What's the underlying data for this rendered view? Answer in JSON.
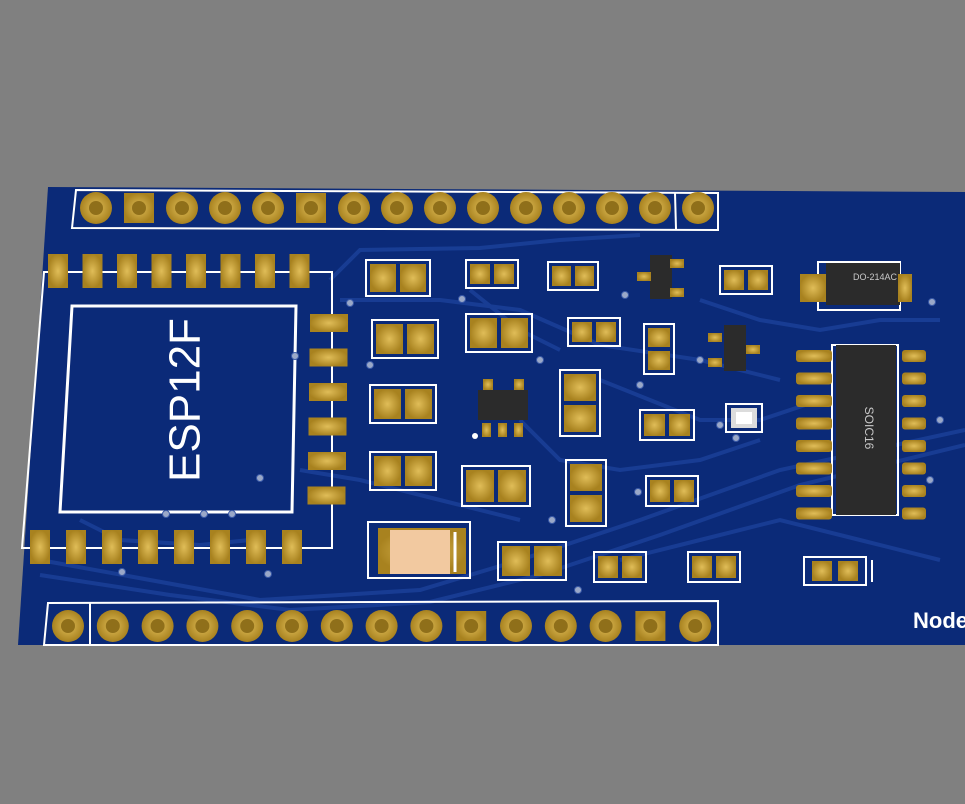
{
  "colors": {
    "background": "#808080",
    "board": "#0b2a78",
    "trace": "#163a8f",
    "silkscreen": "#ffffff",
    "pad": "#c8a23a",
    "pad_dark": "#8f6f1a",
    "chip": "#2b2b2b",
    "led_lens": "#f2c9a0"
  },
  "labels": {
    "module": "ESP12F",
    "diode_package": "DO-214AC",
    "ic_package": "SOIC16",
    "board_name": "Node"
  },
  "components": {
    "header_top_pins": 15,
    "header_bottom_pins": 15,
    "esp_top_pads": 8,
    "esp_bottom_pads": 8,
    "esp_side_pads": 6,
    "soic_pins_per_side": 8
  }
}
